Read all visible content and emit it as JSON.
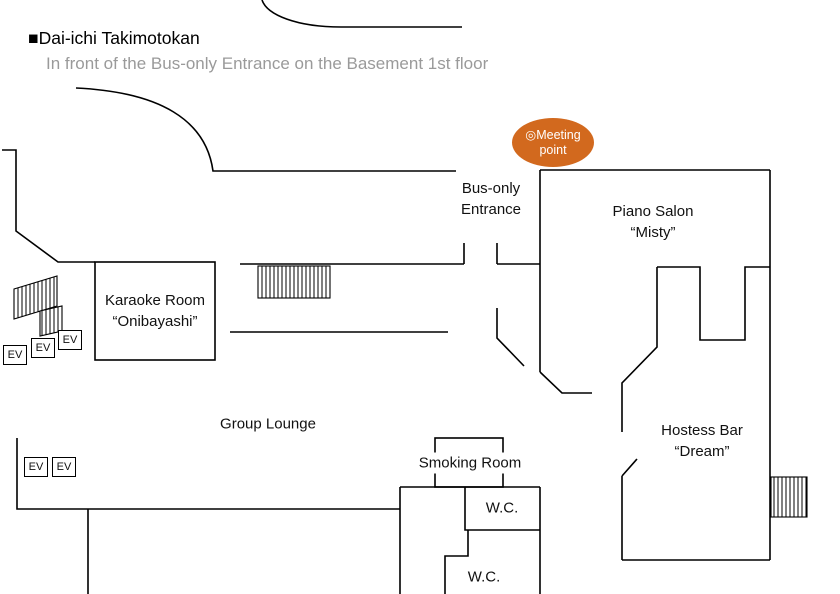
{
  "header": {
    "title": "■Dai-ichi Takimotokan",
    "subtitle": "In front of the Bus-only Entrance on the Basement 1st floor"
  },
  "meeting_point": {
    "line1": "◎Meeting",
    "line2": "point",
    "bg_color": "#d2691e",
    "text_color": "#ffffff"
  },
  "rooms": {
    "bus_entrance": {
      "line1": "Bus-only",
      "line2": "Entrance"
    },
    "piano_salon": {
      "line1": "Piano Salon",
      "line2": "“Misty”"
    },
    "karaoke": {
      "line1": "Karaoke Room",
      "line2": "“Onibayashi”"
    },
    "group_lounge": {
      "label": "Group Lounge"
    },
    "smoking_room": {
      "label": "Smoking Room"
    },
    "wc_upper": {
      "label": "W.C."
    },
    "wc_lower": {
      "label": "W.C."
    },
    "hostess_bar": {
      "line1": "Hostess Bar",
      "line2": "“Dream”"
    },
    "elevator": {
      "label": "EV"
    }
  },
  "colors": {
    "wall": "#000000",
    "subtitle_text": "#9a9a9a",
    "meeting_bg": "#d2691e"
  }
}
